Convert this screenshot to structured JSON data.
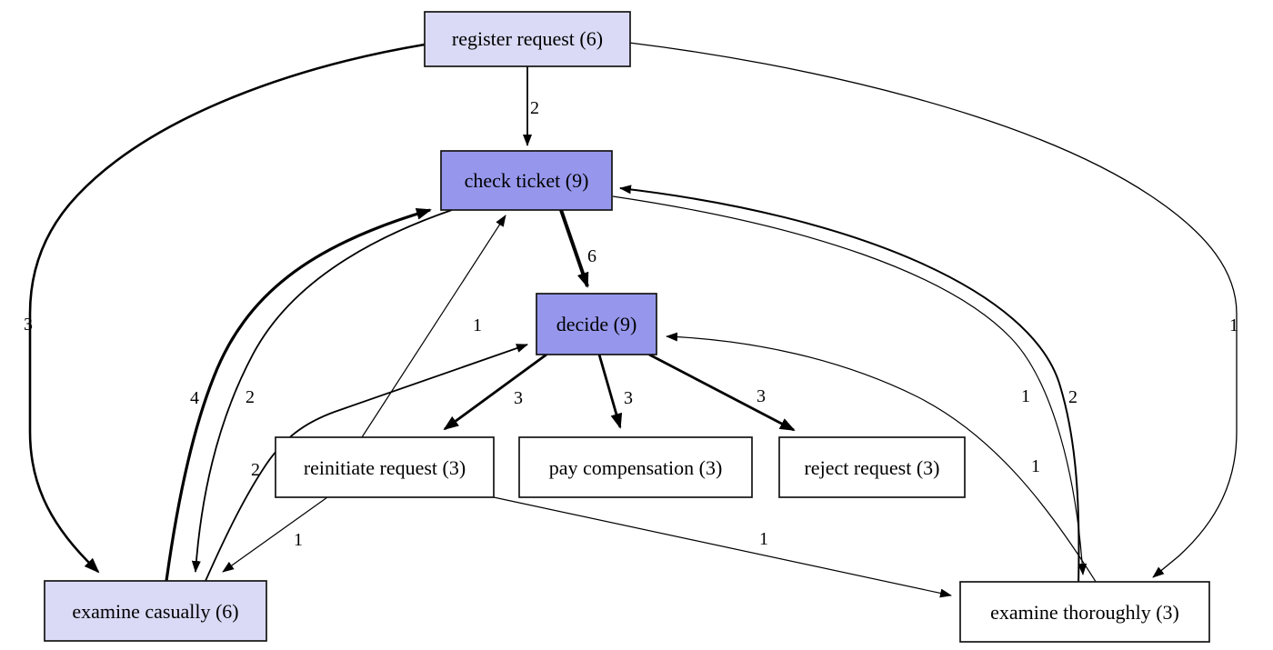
{
  "diagram": {
    "kind": "directly-follows graph (process mining)",
    "colors": {
      "node_high_frequency": "#9697ec",
      "node_medium_frequency": "#dadaf6",
      "node_low_frequency": "#ffffff",
      "border": "#141414",
      "edge": "#000000",
      "background": "#ffffff"
    },
    "nodes": [
      {
        "id": "register-request",
        "activity": "register request",
        "frequency": 6,
        "label": "register request (6)"
      },
      {
        "id": "check-ticket",
        "activity": "check ticket",
        "frequency": 9,
        "label": "check ticket (9)"
      },
      {
        "id": "decide",
        "activity": "decide",
        "frequency": 9,
        "label": "decide (9)"
      },
      {
        "id": "reinitiate-request",
        "activity": "reinitiate request",
        "frequency": 3,
        "label": "reinitiate request (3)"
      },
      {
        "id": "pay-compensation",
        "activity": "pay compensation",
        "frequency": 3,
        "label": "pay compensation (3)"
      },
      {
        "id": "reject-request",
        "activity": "reject request",
        "frequency": 3,
        "label": "reject request (3)"
      },
      {
        "id": "examine-casually",
        "activity": "examine casually",
        "frequency": 6,
        "label": "examine casually (6)"
      },
      {
        "id": "examine-thoroughly",
        "activity": "examine thoroughly",
        "frequency": 3,
        "label": "examine thoroughly (3)"
      }
    ],
    "edges": [
      {
        "from": "register request",
        "to": "check ticket",
        "weight": 2,
        "label": "2"
      },
      {
        "from": "register request",
        "to": "examine casually",
        "weight": 3,
        "label": "3"
      },
      {
        "from": "register request",
        "to": "examine thoroughly",
        "weight": 1,
        "label": "1"
      },
      {
        "from": "check ticket",
        "to": "decide",
        "weight": 6,
        "label": "6"
      },
      {
        "from": "decide",
        "to": "reinitiate request",
        "weight": 3,
        "label": "3"
      },
      {
        "from": "decide",
        "to": "pay compensation",
        "weight": 3,
        "label": "3"
      },
      {
        "from": "decide",
        "to": "reject request",
        "weight": 3,
        "label": "3"
      },
      {
        "from": "examine casually",
        "to": "check ticket",
        "weight": 4,
        "label": "4"
      },
      {
        "from": "check ticket",
        "to": "examine casually",
        "weight": 2,
        "label": "2"
      },
      {
        "from": "examine casually",
        "to": "decide",
        "weight": 2,
        "label": "2"
      },
      {
        "from": "reinitiate request",
        "to": "check ticket",
        "weight": 1,
        "label": "1"
      },
      {
        "from": "examine thoroughly",
        "to": "check ticket",
        "weight": 2,
        "label": "2"
      },
      {
        "from": "check ticket",
        "to": "examine thoroughly",
        "weight": 1,
        "label": "1"
      },
      {
        "from": "examine thoroughly",
        "to": "decide",
        "weight": 1,
        "label": "1"
      },
      {
        "from": "reinitiate request",
        "to": "examine casually",
        "weight": 1,
        "label": "1"
      },
      {
        "from": "reinitiate request",
        "to": "examine thoroughly",
        "weight": 1,
        "label": "1"
      }
    ]
  }
}
